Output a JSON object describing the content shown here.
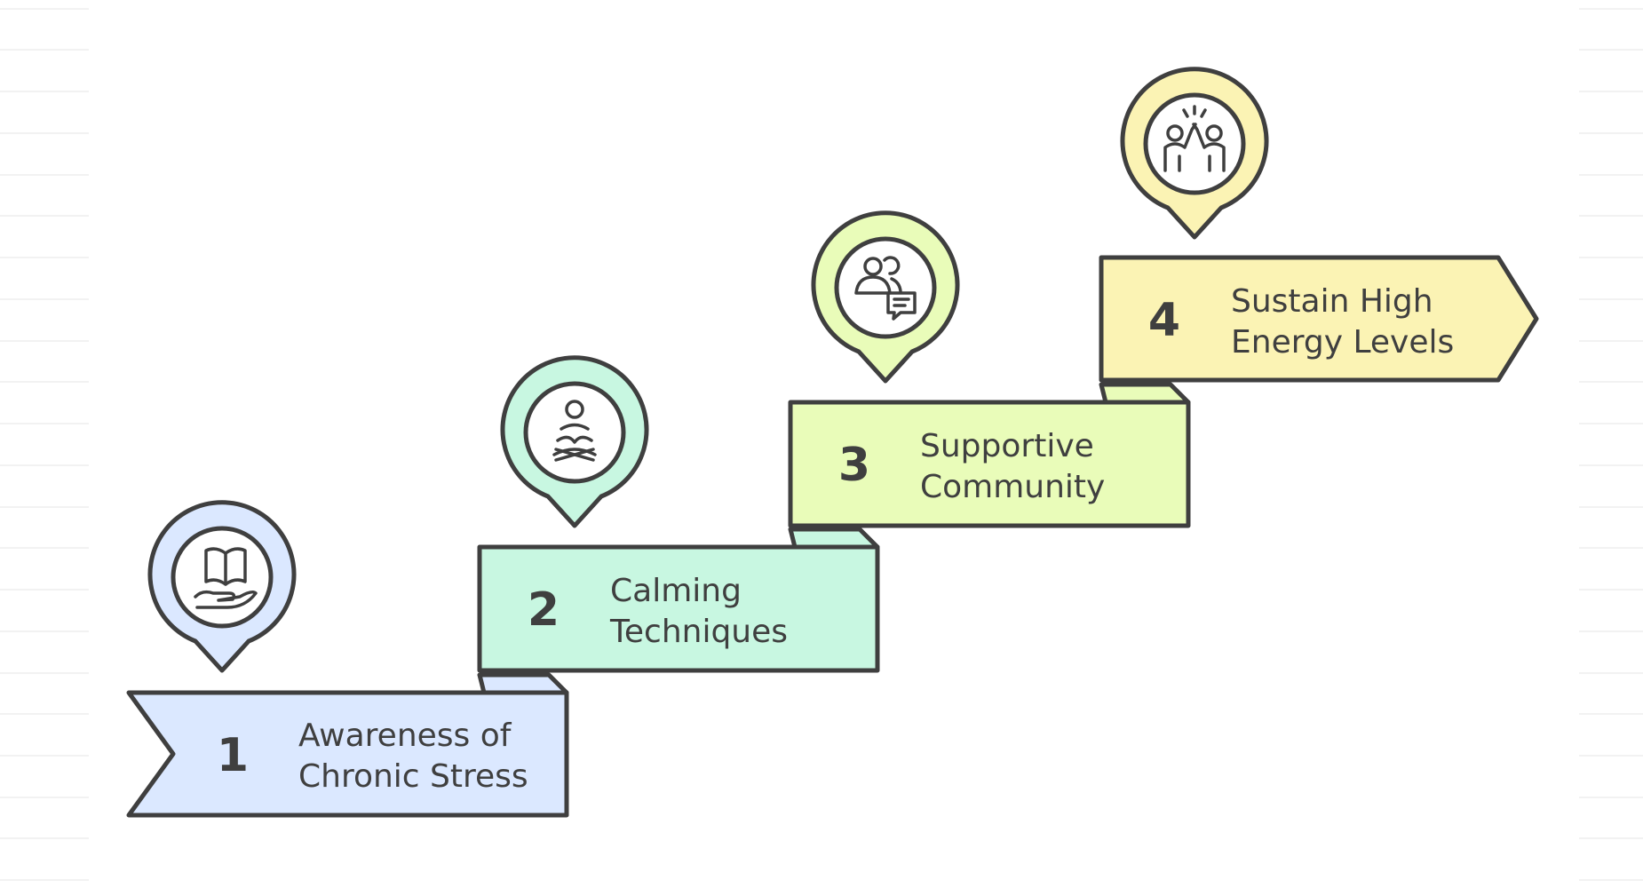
{
  "steps": [
    {
      "number": "1",
      "label_line1": "Awareness of",
      "label_line2": "Chronic Stress",
      "color": "#dbe8ff",
      "icon": "open-book-in-hand-icon"
    },
    {
      "number": "2",
      "label_line1": "Calming",
      "label_line2": "Techniques",
      "color": "#c8f7e1",
      "icon": "meditation-icon"
    },
    {
      "number": "3",
      "label_line1": "Supportive",
      "label_line2": "Community",
      "color": "#e9fcb9",
      "icon": "people-chat-icon"
    },
    {
      "number": "4",
      "label_line1": "Sustain High",
      "label_line2": "Energy Levels",
      "color": "#fbf3b4",
      "icon": "high-five-icon"
    }
  ],
  "colors": {
    "outline": "#3f3f3f"
  }
}
